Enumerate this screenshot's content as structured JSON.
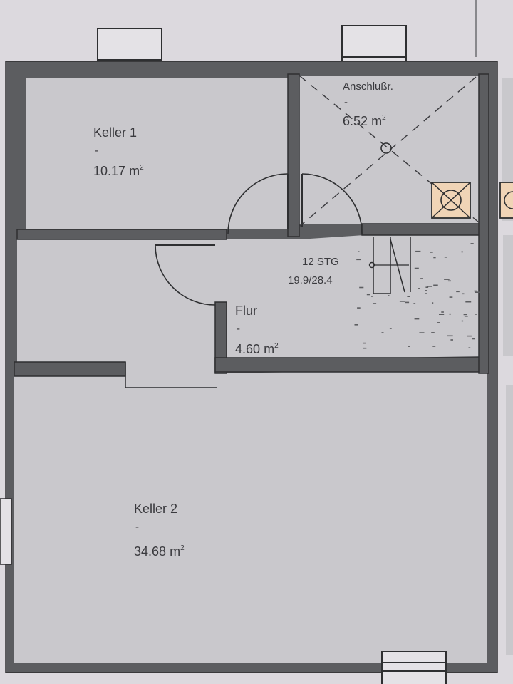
{
  "rooms": {
    "keller1": {
      "name": "Keller 1",
      "area": "10.17",
      "unit": "m"
    },
    "anschluss": {
      "name": "Anschlußr.",
      "area": "6.52",
      "unit": "m"
    },
    "flur": {
      "name": "Flur",
      "area": "4.60",
      "unit": "m"
    },
    "keller2": {
      "name": "Keller 2",
      "area": "34.68",
      "unit": "m"
    }
  },
  "stairs": {
    "steps": "12 STG",
    "ratio": "19.9/28.4"
  },
  "unit_superscript": "2",
  "area_dash": "-",
  "colors": {
    "paper": "#dcd9de",
    "wall": "#5c5d60",
    "floor": "#c9c8cc",
    "line": "#2e2f31",
    "vent_box": "#f0d4b6"
  }
}
